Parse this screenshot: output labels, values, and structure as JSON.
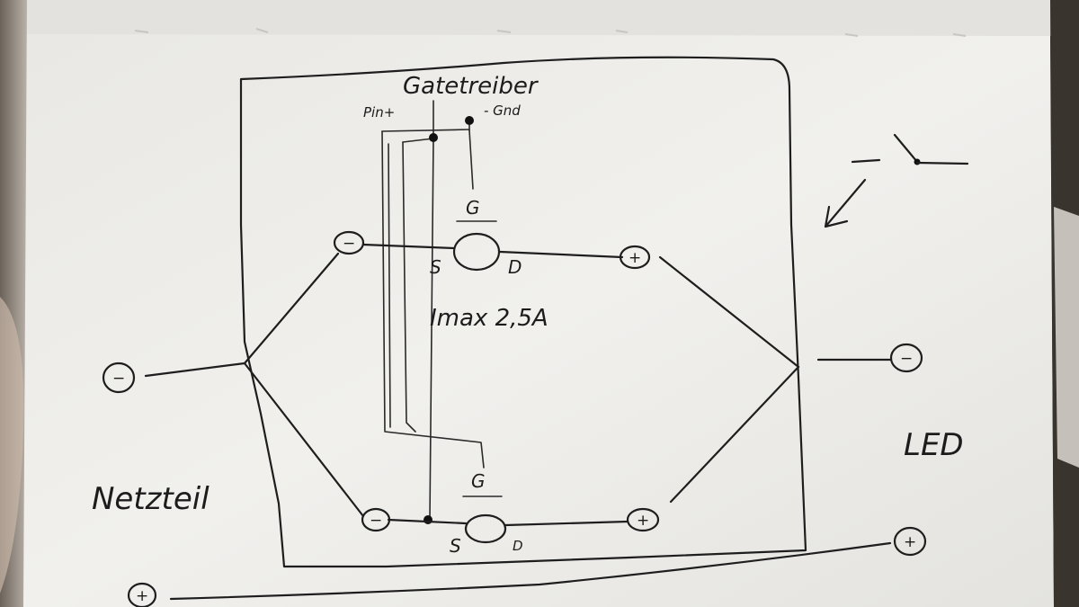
{
  "labels": {
    "gate_driver": "Gatetreiber",
    "pin": "Pin+",
    "gnd": "- Gnd",
    "gate_top": "G",
    "source_top": "S",
    "drain_top": "D",
    "imax": "Imax 2,5A",
    "gate_bottom": "G",
    "source_bottom": "S",
    "drain_bottom": "D",
    "psu": "Netzteil",
    "led": "LED"
  },
  "terminals": {
    "minus": "−",
    "plus": "+"
  },
  "colors": {
    "paper": "#efeeeb",
    "ink": "#1e1e1e"
  }
}
